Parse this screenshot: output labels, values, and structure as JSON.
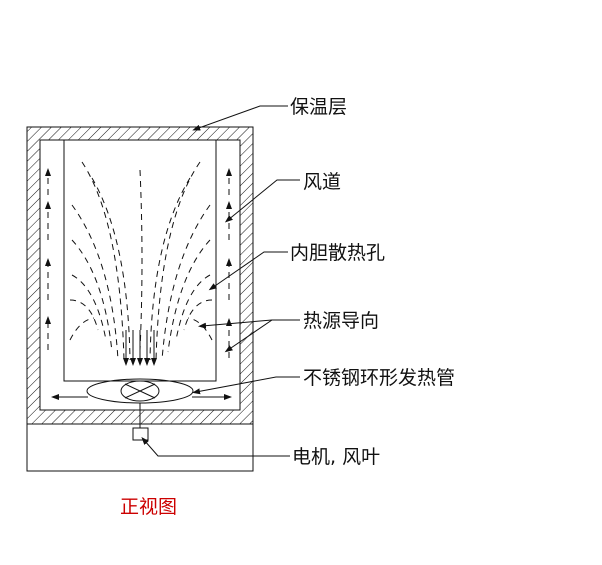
{
  "diagram": {
    "labels": {
      "insulation": "保温层",
      "air_duct": "风道",
      "inner_holes": "内胆散热孔",
      "heat_guide": "热源导向",
      "heater_tube": "不锈钢环形发热管",
      "motor_fan": "电机, 风叶"
    },
    "caption": "正视图",
    "colors": {
      "line": "#111111",
      "caption": "#cc0000",
      "background": "#ffffff"
    }
  }
}
